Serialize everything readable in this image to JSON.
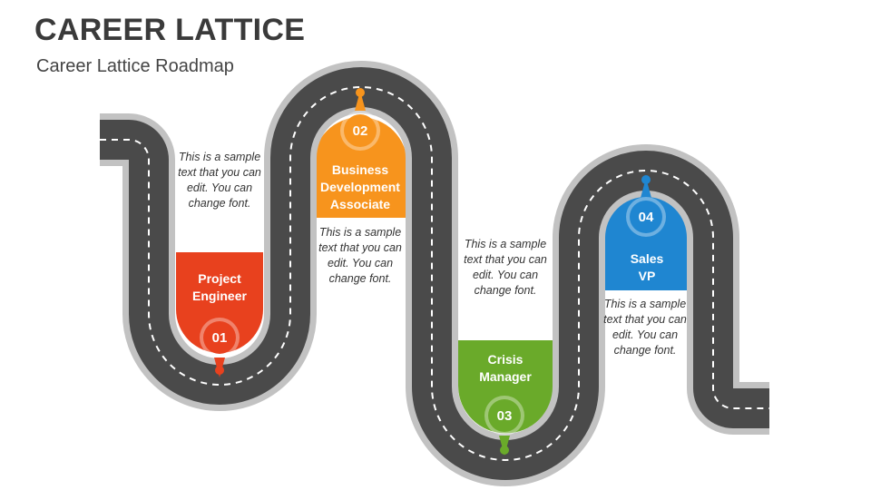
{
  "title": "CAREER LATTICE",
  "subtitle": "Career Lattice Roadmap",
  "stages": [
    {
      "number": "01",
      "label": "Project\nEngineer",
      "description": "This is a sample text that you can edit. You can change font.",
      "color": "#e8411e"
    },
    {
      "number": "02",
      "label": "Business\nDevelopment\nAssociate",
      "description": "This is a sample text that you can edit. You can change font.",
      "color": "#f7941d"
    },
    {
      "number": "03",
      "label": "Crisis\nManager",
      "description": "This is a sample text that you can edit. You can change font.",
      "color": "#6aaa2a"
    },
    {
      "number": "04",
      "label": "Sales\nVP",
      "description": "This is a sample text that you can edit. You can change font.",
      "color": "#1f86d1"
    }
  ]
}
